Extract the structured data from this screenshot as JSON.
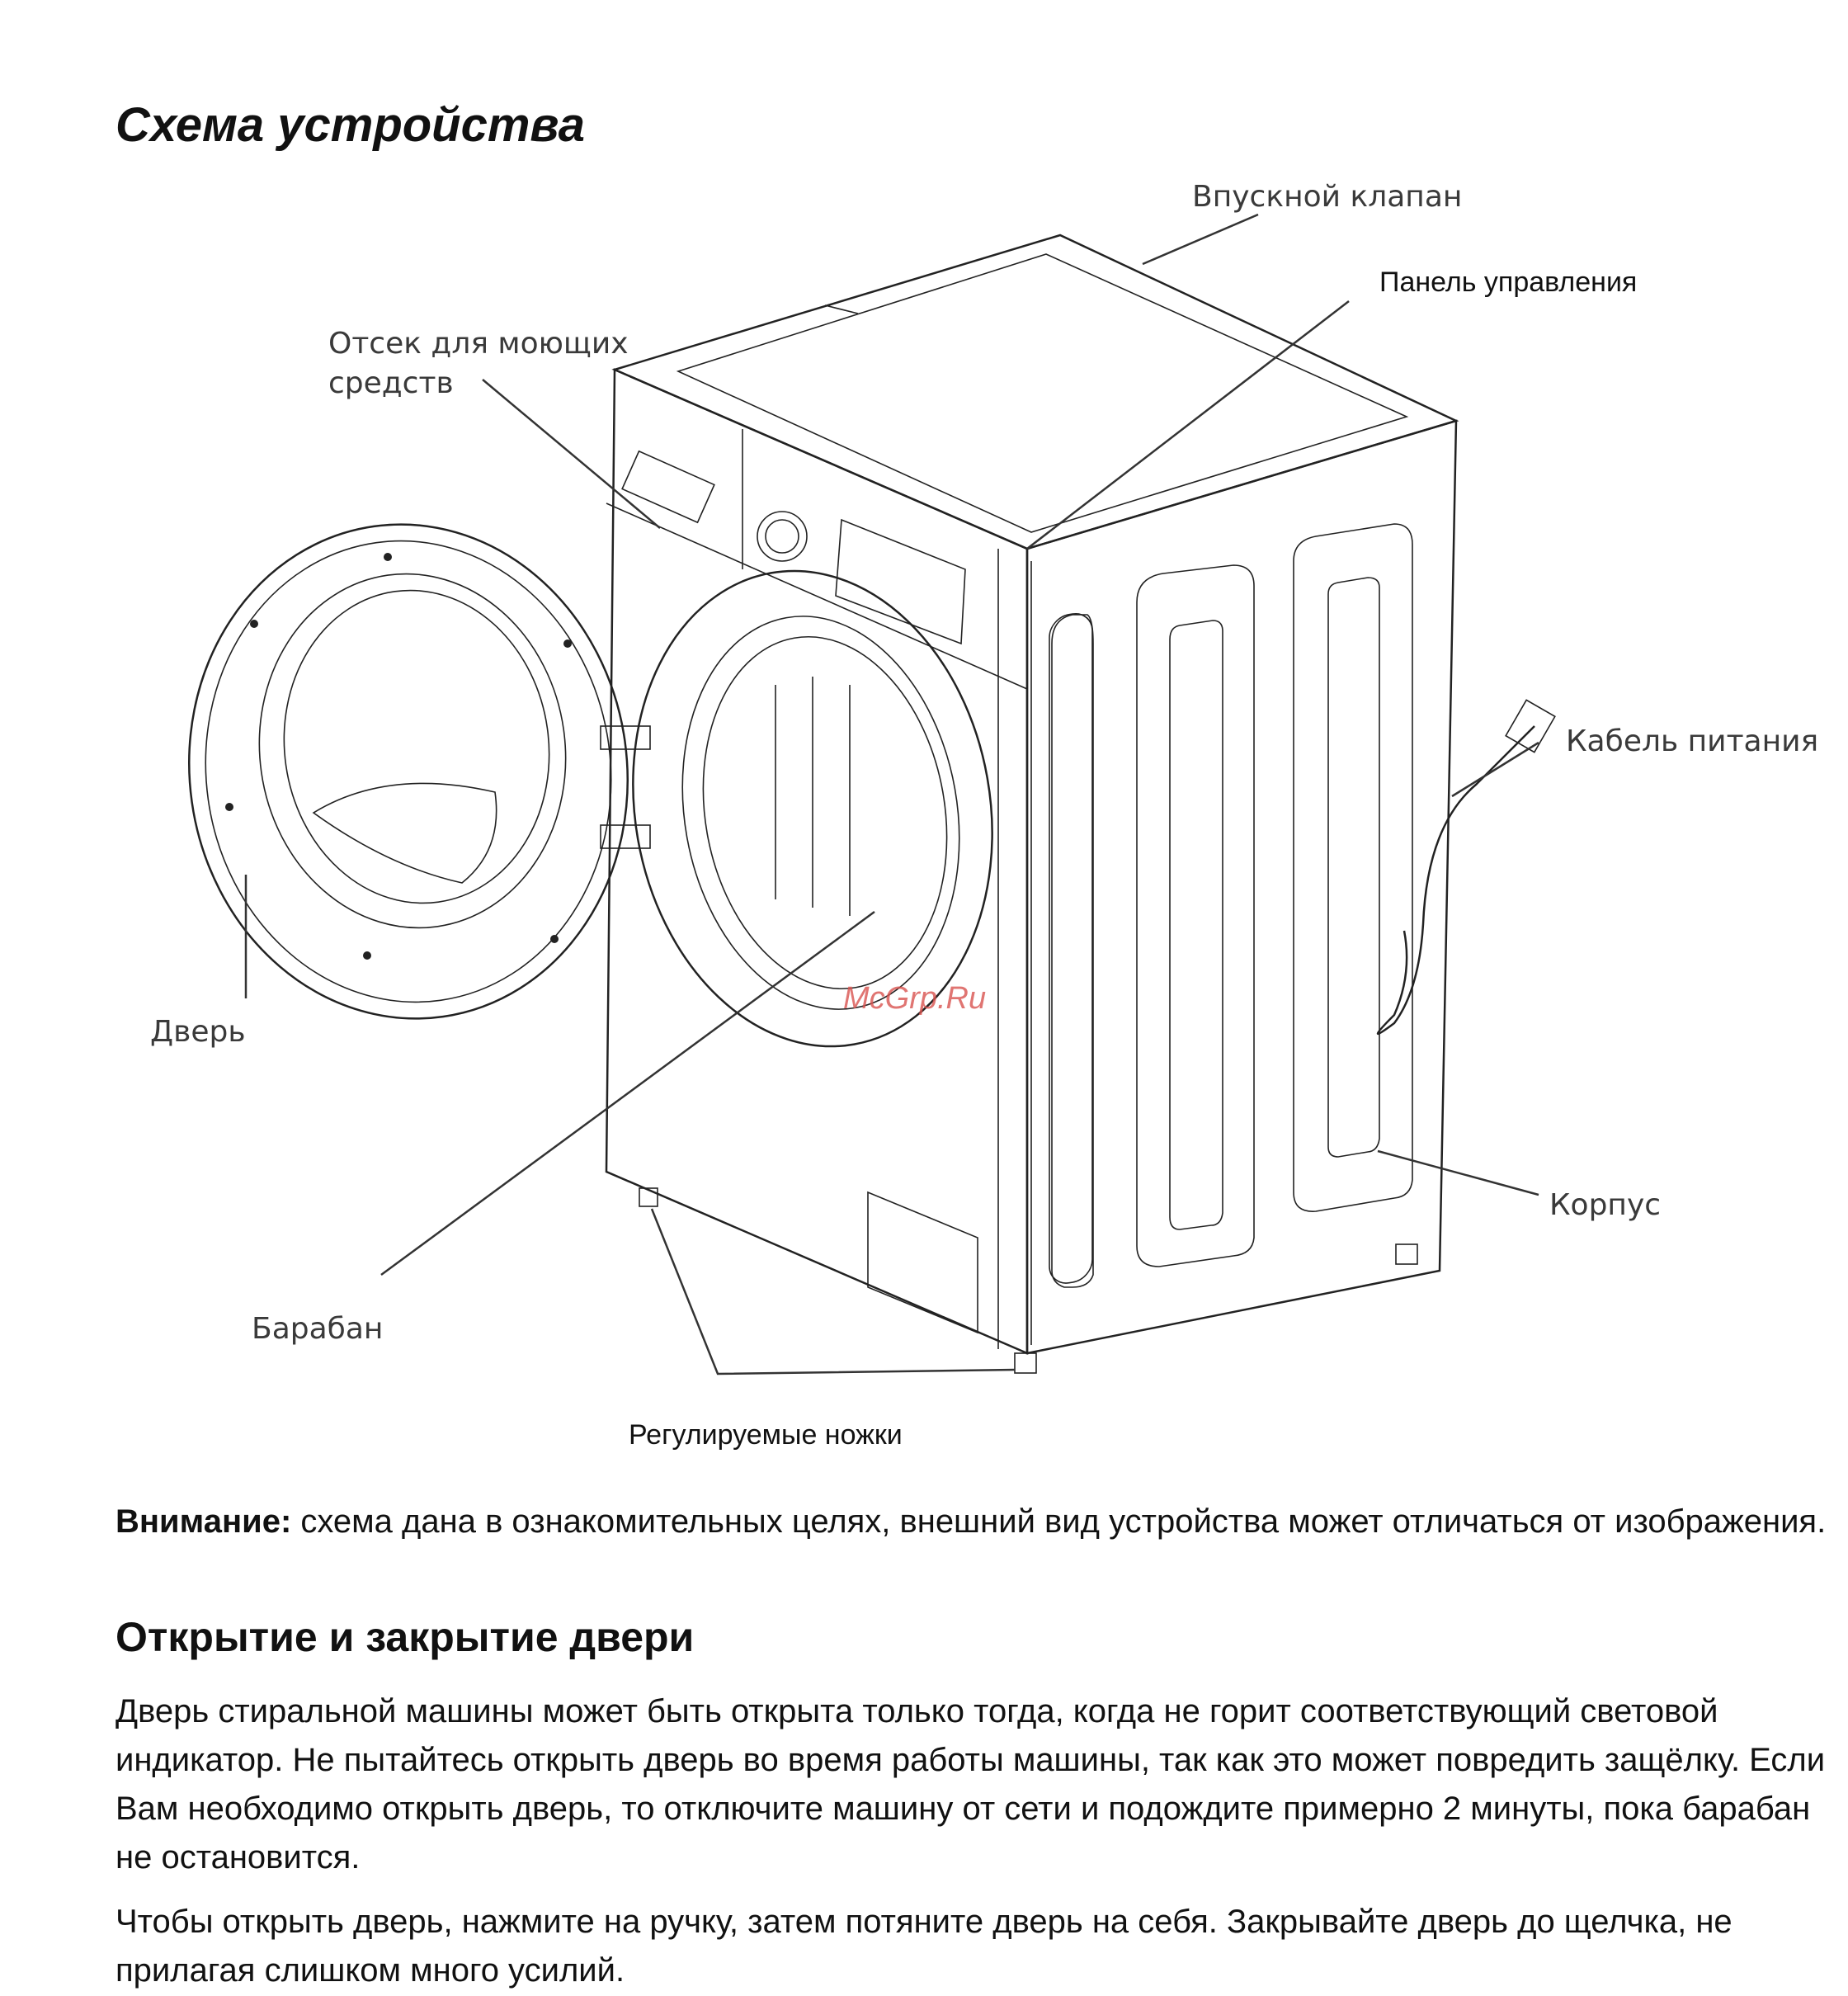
{
  "title": "Схема устройства",
  "labels": {
    "inlet_valve": "Впускной клапан",
    "control_panel": "Панель управления",
    "detergent_drawer_line1": "Отсек для моющих",
    "detergent_drawer_line2": "средств",
    "power_cable": "Кабель питания",
    "door": "Дверь",
    "drum": "Барабан",
    "body": "Корпус",
    "feet": "Регулируемые ножки"
  },
  "watermark": "McGrp.Ru",
  "note": {
    "bold": "Внимание:",
    "text": " схема дана в ознакомительных целях, внешний вид устройства может отличаться от изображения."
  },
  "section2": {
    "heading": "Открытие и закрытие двери",
    "p1": "Дверь стиральной машины может быть открыта только тогда, когда не горит соответствующий световой индикатор. Не пытайтесь открыть дверь во время работы машины, так как это может повредить защёлку. Если Вам необходимо открыть дверь, то отключите машину от сети и подождите примерно 2 минуты, пока барабан не остановится.",
    "p2": "Чтобы открыть дверь, нажмите на ручку, затем потяните дверь на себя. Закрывайте дверь до щелчка, не прилагая слишком много усилий."
  }
}
